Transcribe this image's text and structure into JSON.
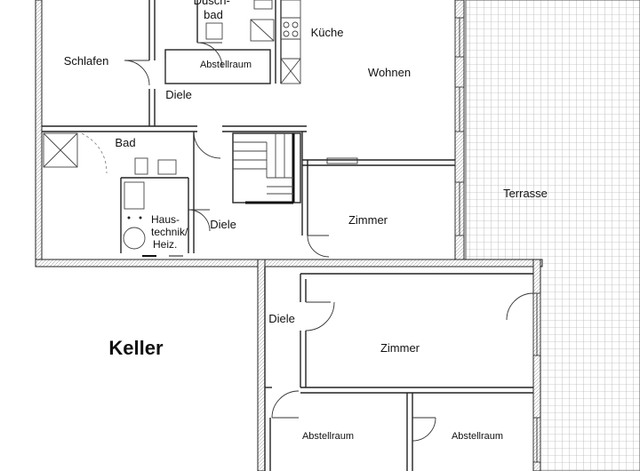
{
  "plan": {
    "rooms": [
      {
        "id": "duschbad",
        "label": "Dusch-\nbad"
      },
      {
        "id": "kueche",
        "label": "Küche"
      },
      {
        "id": "schlafen",
        "label": "Schlafen"
      },
      {
        "id": "abstellraum-top",
        "label": "Abstellraum"
      },
      {
        "id": "wohnen",
        "label": "Wohnen"
      },
      {
        "id": "diele-top",
        "label": "Diele"
      },
      {
        "id": "bad",
        "label": "Bad"
      },
      {
        "id": "terrasse",
        "label": "Terrasse"
      },
      {
        "id": "haustechnik",
        "label": "Haus-\ntechnik/\nHeiz."
      },
      {
        "id": "diele-mid",
        "label": "Diele"
      },
      {
        "id": "zimmer-1",
        "label": "Zimmer"
      },
      {
        "id": "diele-low",
        "label": "Diele"
      },
      {
        "id": "keller",
        "label": "Keller"
      },
      {
        "id": "zimmer-2",
        "label": "Zimmer"
      },
      {
        "id": "abstellraum-bl",
        "label": "Abstellraum"
      },
      {
        "id": "abstellraum-br",
        "label": "Abstellraum"
      }
    ]
  }
}
